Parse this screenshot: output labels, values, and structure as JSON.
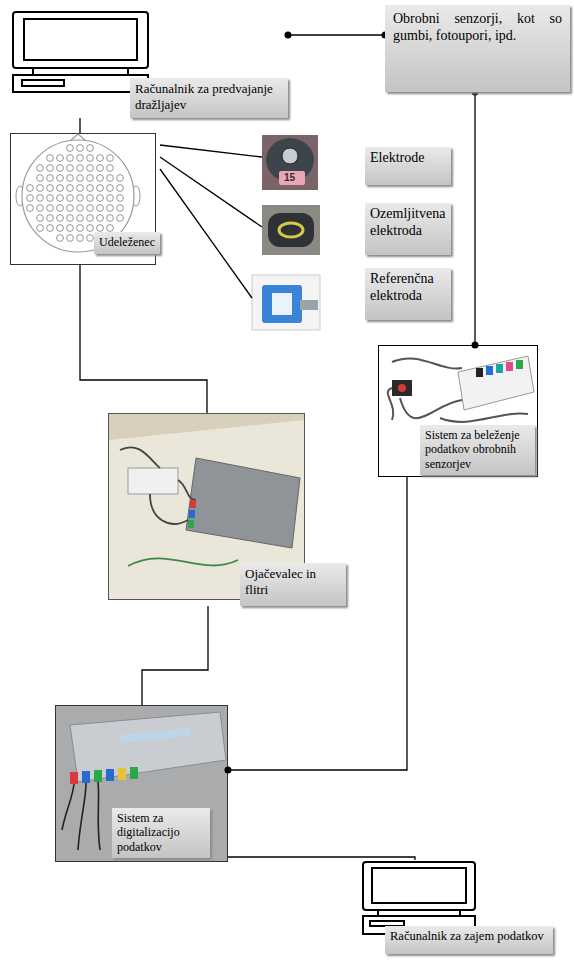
{
  "diagram": {
    "nodes": [
      {
        "text": [
          "Računalnik za predvajanje dražljajev"
        ]
      },
      {
        "text": [
          "Obrobni senzorji, kot so gumbi, fotoupori, ipd."
        ]
      },
      {
        "text": [
          "Udeleženec"
        ]
      },
      {
        "text": [
          "Elektrode"
        ]
      },
      {
        "text": [
          "Ozemljitvena elektroda"
        ]
      },
      {
        "text": [
          "Referenčna elektroda"
        ]
      },
      {
        "text": [
          "Sistem za beleženje podatkov obrobnih senzorjev"
        ]
      },
      {
        "text": [
          "Ojačevalec in flitri"
        ]
      },
      {
        "text": [
          "Sistem za digitalizacijo podatkov"
        ]
      },
      {
        "text": [
          "Računalnik za zajem podatkov"
        ]
      }
    ],
    "edges": [
      {
        "from": 0,
        "to": 1,
        "arrow": "none"
      },
      {
        "from": 0,
        "to": 2,
        "arrow": "none"
      },
      {
        "from": 2,
        "to": 3,
        "arrow": "none"
      },
      {
        "from": 2,
        "to": 4,
        "arrow": "none"
      },
      {
        "from": 2,
        "to": 5,
        "arrow": "none"
      },
      {
        "from": 1,
        "to": 6,
        "arrow": "none"
      },
      {
        "from": 2,
        "to": 7,
        "arrow": "none"
      },
      {
        "from": 7,
        "to": 8,
        "arrow": "none"
      },
      {
        "from": 6,
        "to": 8,
        "arrow": "none"
      },
      {
        "from": 8,
        "to": 9,
        "arrow": "none"
      }
    ],
    "labels": [
      "15"
    ]
  }
}
